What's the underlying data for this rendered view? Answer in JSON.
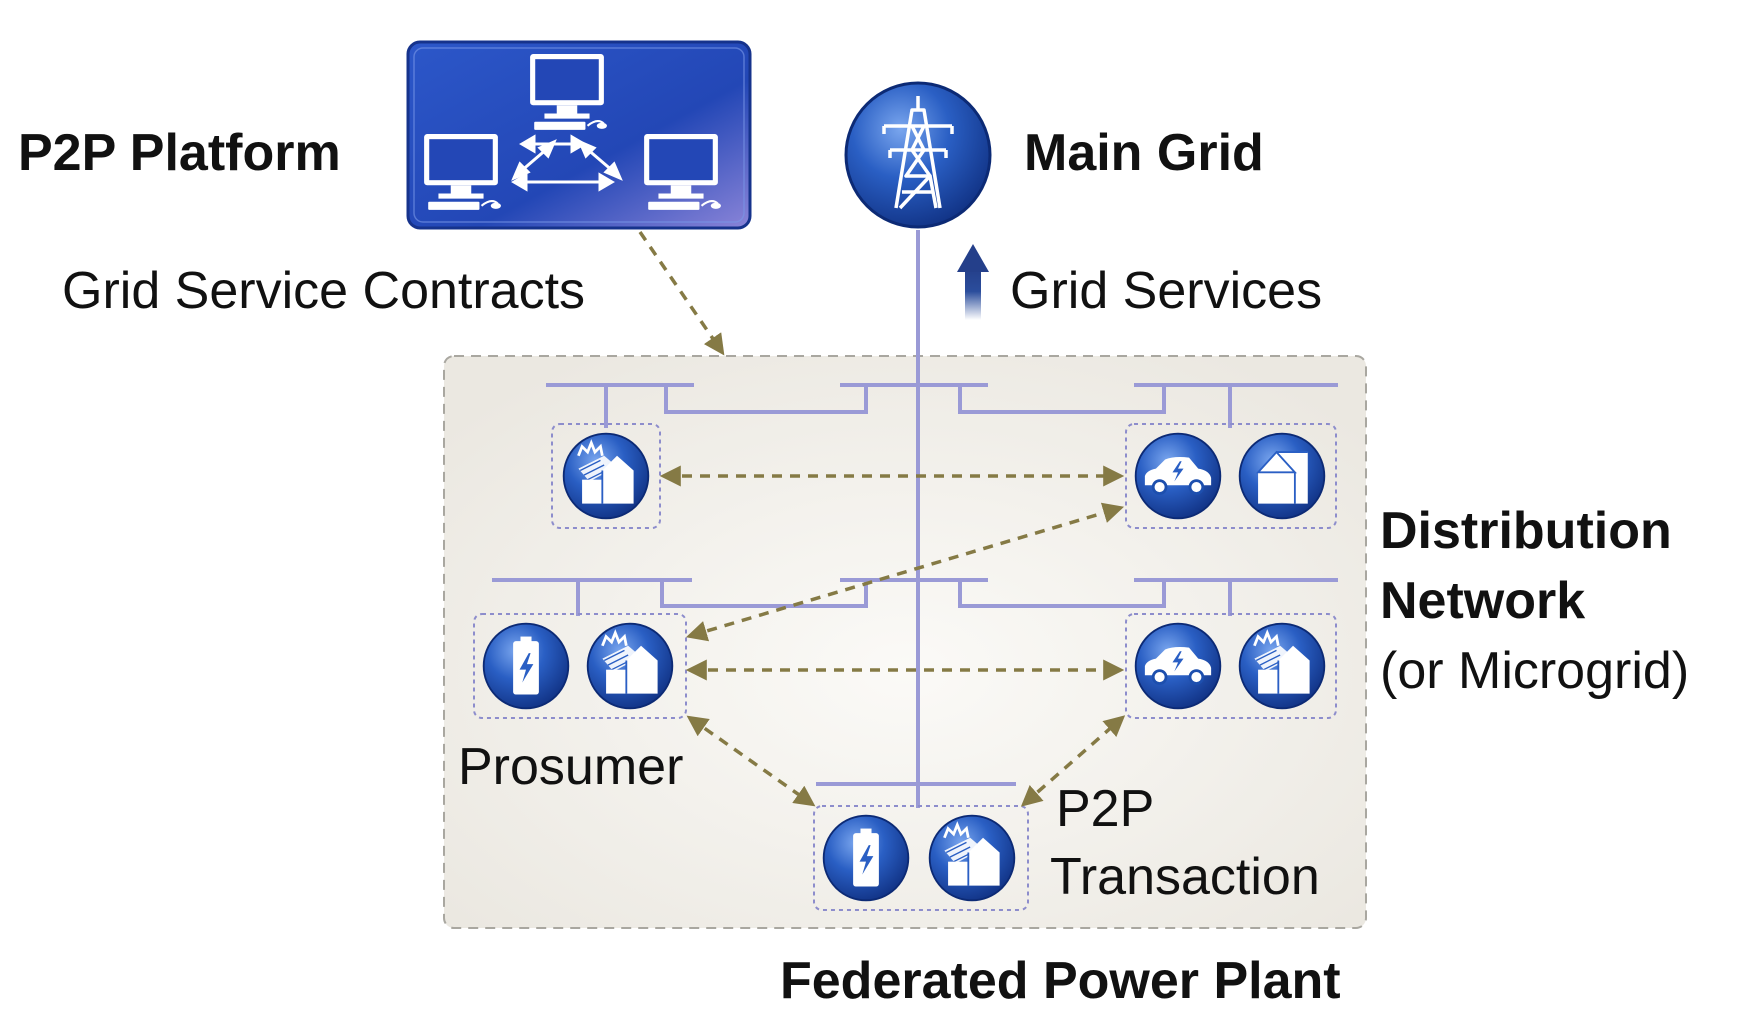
{
  "labels": {
    "p2p_platform": "P2P Platform",
    "main_grid": "Main Grid",
    "grid_service_contracts": "Grid Service Contracts",
    "grid_services": "Grid Services",
    "distribution_line1": "Distribution",
    "distribution_line2": "Network",
    "distribution_line3": "(or Microgrid)",
    "prosumer": "Prosumer",
    "p2p_line1": "P2P",
    "p2p_line2": "Transaction",
    "federated_power_plant": "Federated Power Plant"
  },
  "colors": {
    "node_blue": "#1d4fae",
    "node_highlight": "#5f8fe0",
    "bus_line": "#9a9ad6",
    "arrow_dashed": "#857a45",
    "panel_fill": "#f1efea",
    "panel_border": "#a9a7a0",
    "grid_services_arrow": "#2b4d9c"
  },
  "icons": {
    "platform": "computer-network-icon",
    "main_grid": "transmission-tower-icon",
    "solar_house": "solar-house-icon",
    "electric_car": "electric-car-icon",
    "house": "house-icon",
    "battery": "battery-icon"
  }
}
